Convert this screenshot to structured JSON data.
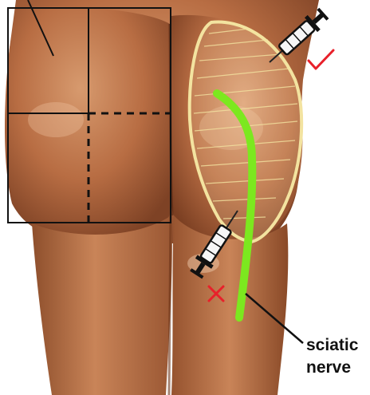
{
  "labels": {
    "line1": "sciatic",
    "line2": "nerve"
  },
  "marks": {
    "correct": "check-mark",
    "incorrect": "x-mark"
  },
  "colors": {
    "nerve": "#7CE81F",
    "injection_zone": "#F3E3A0",
    "correct": "#E8202A",
    "incorrect": "#E8202A",
    "quadrant_lines": "#111111"
  }
}
